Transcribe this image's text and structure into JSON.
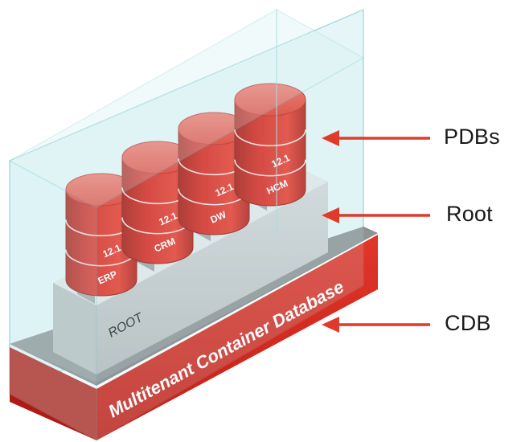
{
  "labels": {
    "pdbs": "PDBs",
    "root": "Root",
    "cdb": "CDB"
  },
  "base": {
    "label": "Multitenant Container Database"
  },
  "root_block": {
    "label": "ROOT"
  },
  "pdbs": [
    {
      "version": "12.1",
      "name": "ERP"
    },
    {
      "version": "12.1",
      "name": "CRM"
    },
    {
      "version": "12.1",
      "name": "DW"
    },
    {
      "version": "12.1",
      "name": "HCM"
    }
  ],
  "colors": {
    "red": "#d9271e",
    "red_light": "#ef4a3c",
    "red_dark": "#a8170f",
    "gray_front": "#c5c9ca",
    "gray_top": "#dfe2e3",
    "gray_side": "#8e9394",
    "glass_fill": "#dff4f6",
    "glass_edge": "#8fd3d8",
    "arrow": "#e03a2a"
  }
}
